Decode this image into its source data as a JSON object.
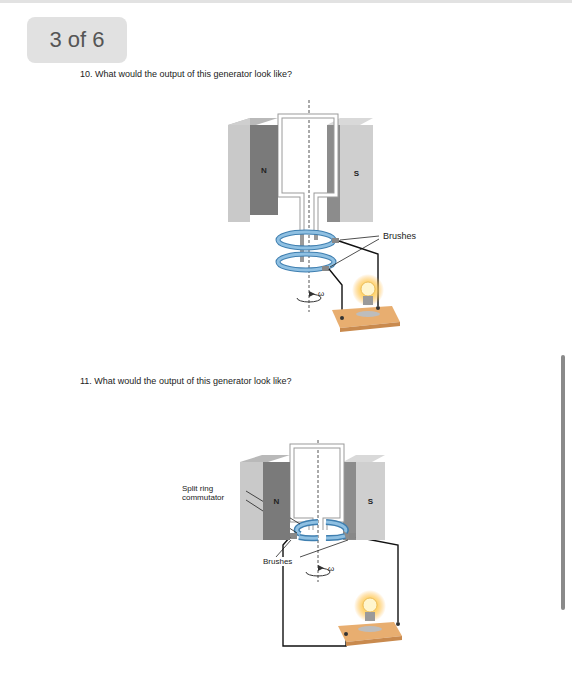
{
  "diagram": {
    "nodes": [
      {
        "text": [
          "3 of 6"
        ]
      },
      {
        "text": [
          "N"
        ]
      },
      {
        "text": [
          "S"
        ]
      },
      {
        "text": [
          "N"
        ]
      },
      {
        "text": [
          "S"
        ]
      }
    ],
    "labels": [
      "10. What would the output of this generator look like?",
      "Brushes",
      "ω",
      "11. What would the output of this generator look like?",
      "Split ring commutator",
      "Brushes",
      "ω"
    ]
  }
}
